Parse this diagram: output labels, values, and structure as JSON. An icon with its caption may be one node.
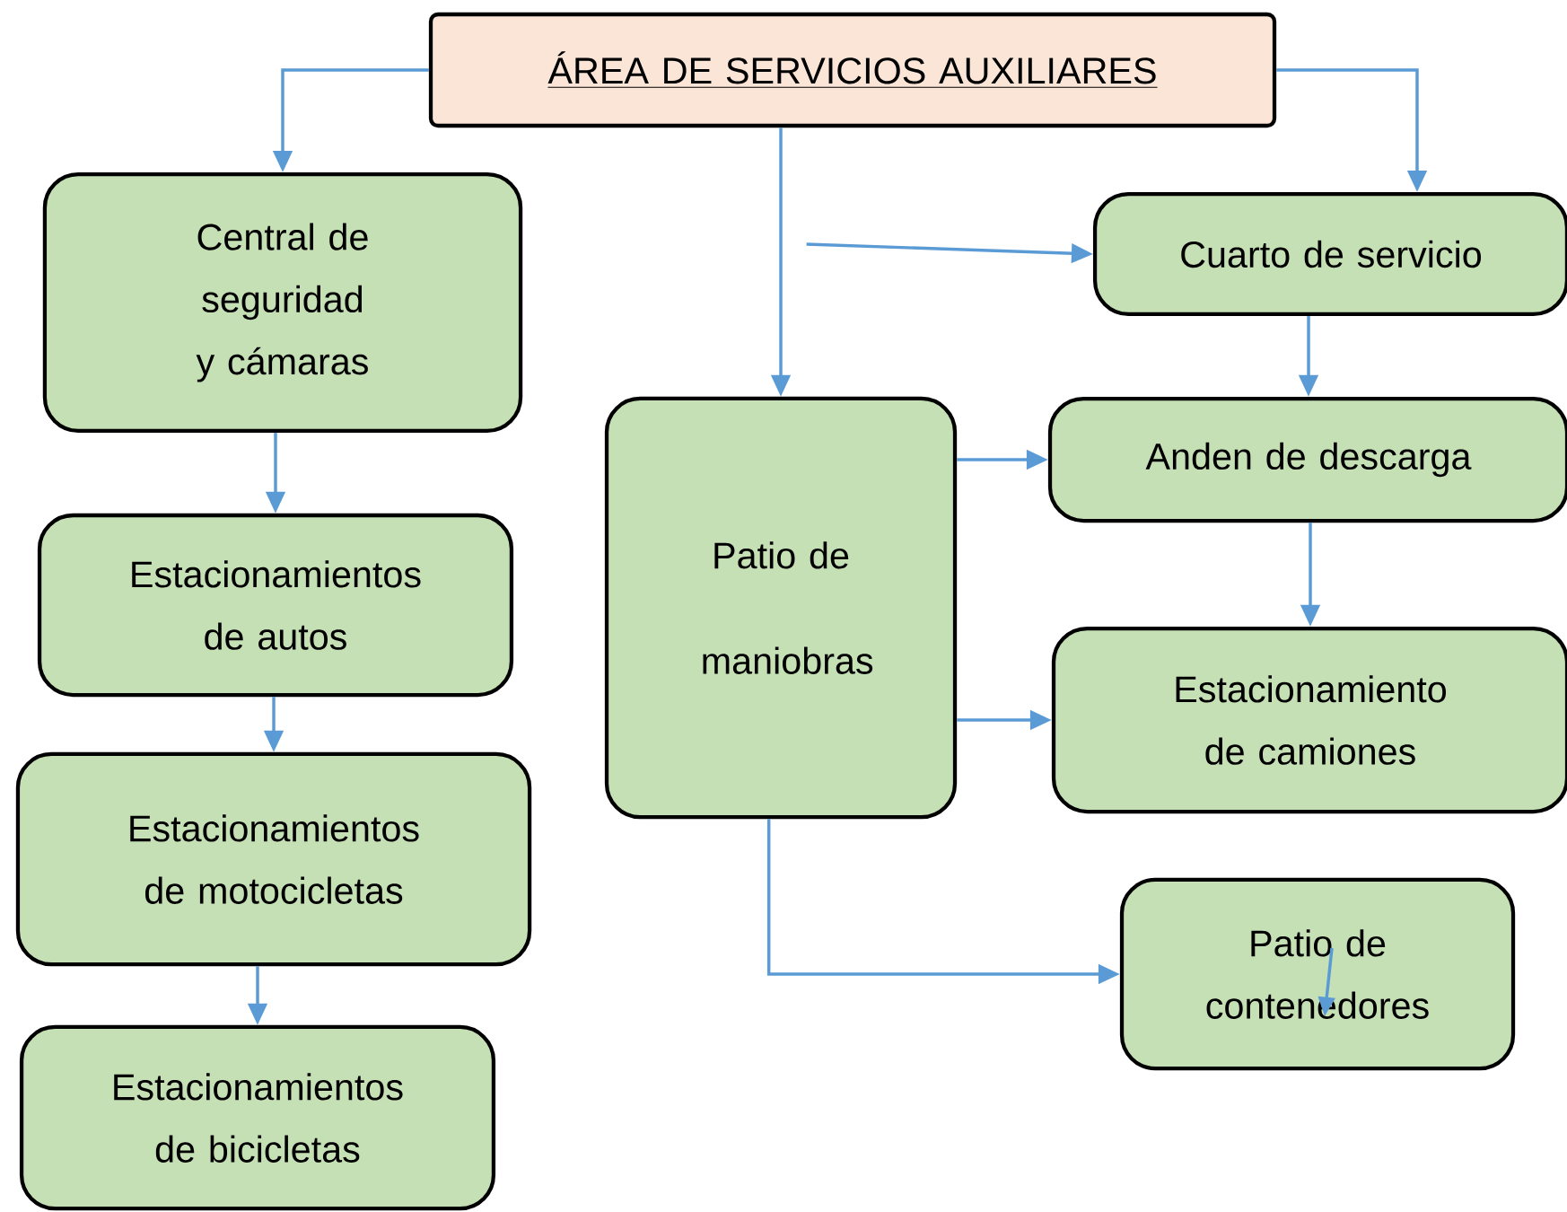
{
  "diagram": {
    "nodes": [
      {
        "text": [
          "ÁREA DE SERVICIOS AUXILIARES"
        ]
      },
      {
        "text": [
          "Central de seguridad y cámaras"
        ]
      },
      {
        "text": [
          "Estacionamientos de autos"
        ]
      },
      {
        "text": [
          "Estacionamientos de motocicletas"
        ]
      },
      {
        "text": [
          "Estacionamientos de bicicletas"
        ]
      },
      {
        "text": [
          "Cuarto de servicio"
        ]
      },
      {
        "text": [
          "Patio de maniobras"
        ]
      },
      {
        "text": [
          "Anden de descarga"
        ]
      },
      {
        "text": [
          "Estacionamiento de camiones"
        ]
      },
      {
        "text": [
          "Patio de contenedores"
        ]
      }
    ],
    "edges": [
      {
        "from": 0,
        "to": 1,
        "arrow": "to"
      },
      {
        "from": 0,
        "to": 6,
        "arrow": "to"
      },
      {
        "from": 0,
        "to": 5,
        "arrow": "to"
      },
      {
        "from": null,
        "to": 5,
        "arrow": "to"
      },
      {
        "from": 1,
        "to": 2,
        "arrow": "to"
      },
      {
        "from": 2,
        "to": 3,
        "arrow": "to"
      },
      {
        "from": 3,
        "to": 4,
        "arrow": "to"
      },
      {
        "from": 5,
        "to": 7,
        "arrow": "to"
      },
      {
        "from": 6,
        "to": 7,
        "arrow": "to"
      },
      {
        "from": 6,
        "to": 8,
        "arrow": "to"
      },
      {
        "from": 7,
        "to": 8,
        "arrow": "to"
      },
      {
        "from": 6,
        "to": 9,
        "arrow": "to"
      }
    ]
  }
}
